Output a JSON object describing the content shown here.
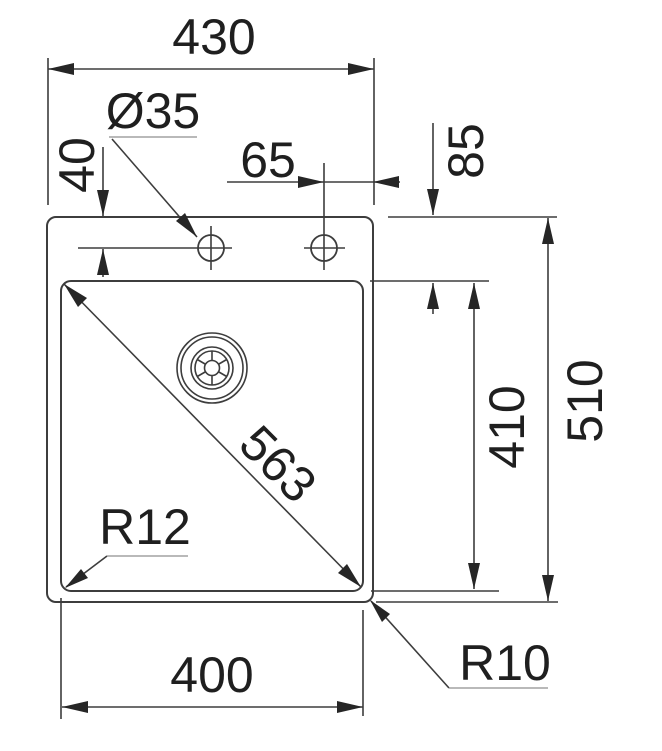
{
  "diagram": {
    "labels": {
      "overall_width": "430",
      "hole_diameter": "Ø35",
      "hole_to_right_edge": "65",
      "top_edge_to_hole": "40",
      "top_edge_to_bowl": "85",
      "bowl_diagonal": "563",
      "bowl_length": "410",
      "overall_length": "510",
      "bowl_corner_radius": "R12",
      "outer_corner_radius": "R10",
      "bowl_width": "400"
    },
    "colors": {
      "line": "#3d3d3d",
      "arrow": "#262626",
      "text": "#1f1f1f",
      "leader_underline": "#8f8f8f",
      "background": "#ffffff"
    }
  }
}
